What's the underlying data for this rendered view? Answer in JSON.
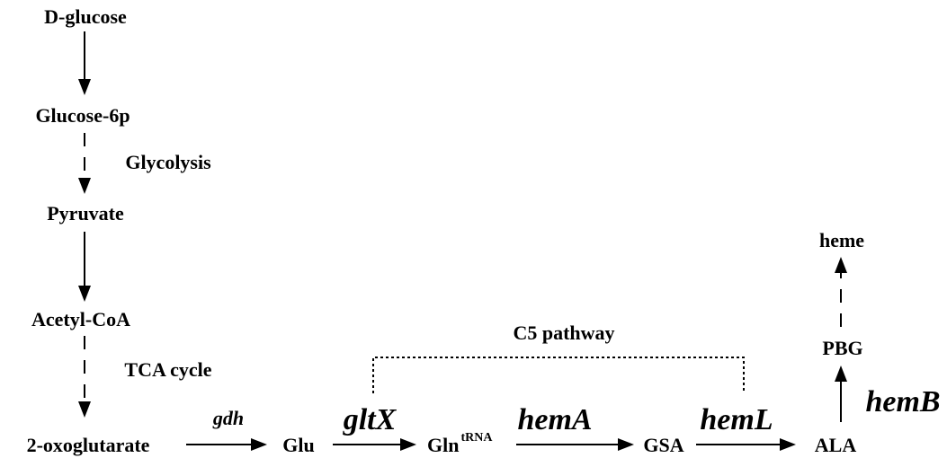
{
  "metabolites": {
    "d_glucose": "D-glucose",
    "glucose_6p": "Glucose-6p",
    "pyruvate": "Pyruvate",
    "acetyl_coa": "Acetyl-CoA",
    "oxoglutarate": "2-oxoglutarate",
    "glu": "Glu",
    "gln": "Gln",
    "gln_sup": "tRNA",
    "gsa": "GSA",
    "ala": "ALA",
    "pbg": "PBG",
    "heme": "heme"
  },
  "processes": {
    "glycolysis": "Glycolysis",
    "tca_cycle": "TCA cycle",
    "c5_pathway": "C5 pathway"
  },
  "genes": {
    "gdh": "gdh",
    "gltx": "gltX",
    "hema": "hemA",
    "heml": "hemL",
    "hemb": "hemB"
  },
  "colors": {
    "ink": "#000000",
    "background": "#ffffff"
  }
}
